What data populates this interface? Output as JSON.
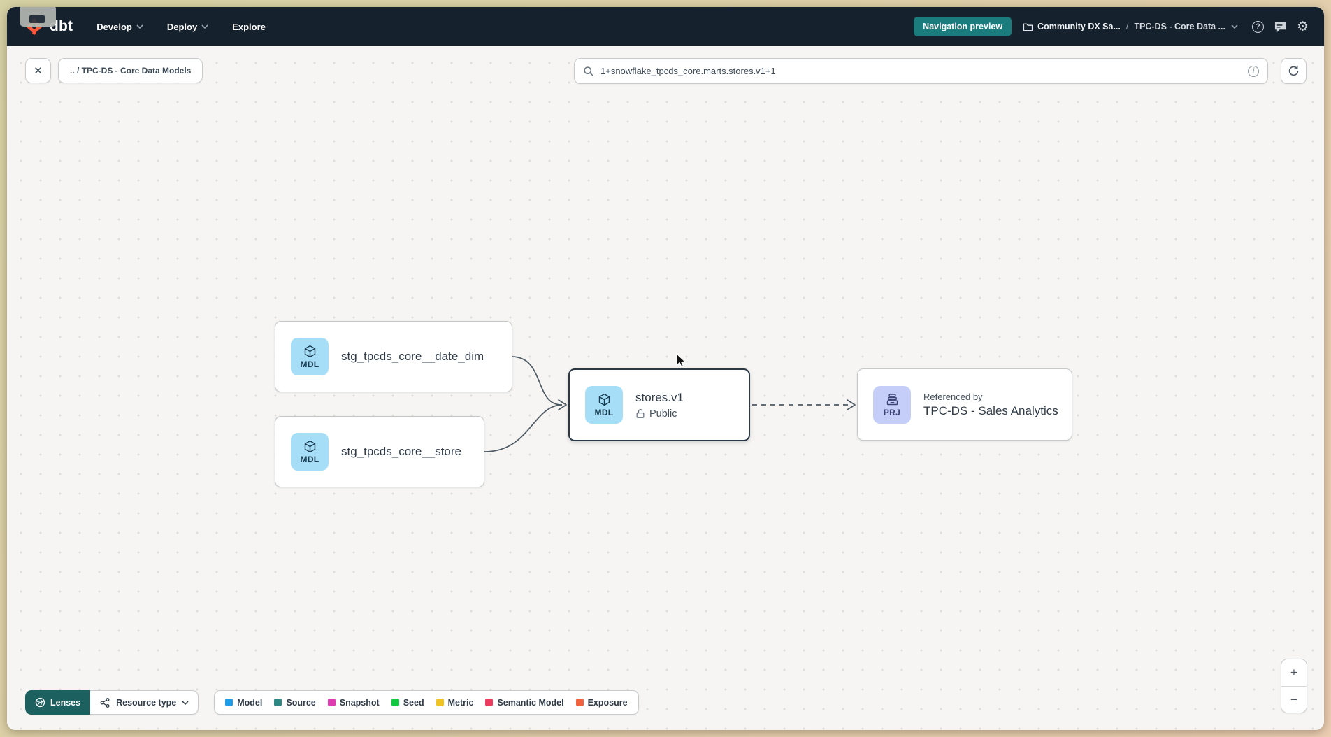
{
  "navbar": {
    "logo_text": "dbt",
    "menu_items": [
      {
        "label": "Develop"
      },
      {
        "label": "Deploy"
      },
      {
        "label": "Explore"
      }
    ],
    "preview_badge_label": "Navigation preview",
    "breadcrumb": {
      "account": "Community DX Sa...",
      "separator": "/",
      "project": "TPC-DS - Core Data ..."
    }
  },
  "toolbar": {
    "breadcrumb_chip": ".. / TPC-DS - Core Data Models",
    "search": {
      "value": "1+snowflake_tpcds_core.marts.stores.v1+1"
    }
  },
  "graph": {
    "nodes": [
      {
        "badge": "MDL",
        "label": "stg_tpcds_core__date_dim"
      },
      {
        "badge": "MDL",
        "label": "stg_tpcds_core__store"
      },
      {
        "badge": "MDL",
        "label": "stores.v1",
        "access_label": "Public",
        "selected": true
      },
      {
        "badge": "PRJ",
        "kicker": "Referenced by",
        "label": "TPC-DS - Sales Analytics"
      }
    ]
  },
  "footer": {
    "lenses_label": "Lenses",
    "resource_type_label": "Resource type",
    "legend": [
      {
        "label": "Model",
        "color": "#1e9ce8"
      },
      {
        "label": "Source",
        "color": "#2f8782"
      },
      {
        "label": "Snapshot",
        "color": "#df3bb0"
      },
      {
        "label": "Seed",
        "color": "#0fc83f"
      },
      {
        "label": "Metric",
        "color": "#efc422"
      },
      {
        "label": "Semantic Model",
        "color": "#ed3a5f"
      },
      {
        "label": "Exposure",
        "color": "#f2613e"
      }
    ]
  },
  "zoom_controls": {
    "zoom_in_label": "+",
    "zoom_out_label": "−"
  },
  "icons": {
    "close_glyph": "✕",
    "gear_glyph": "⚙",
    "help_glyph": "?",
    "info_glyph": "i"
  },
  "colors": {
    "navbar_bg": "#16212e",
    "accent_teal": "#1b7c7e",
    "lenses_teal": "#1d6060",
    "logo_orange": "#fc583d",
    "mdl_badge_bg": "#a6def8",
    "prj_badge_bg": "#c5cef9",
    "selected_border": "#2b3947"
  }
}
